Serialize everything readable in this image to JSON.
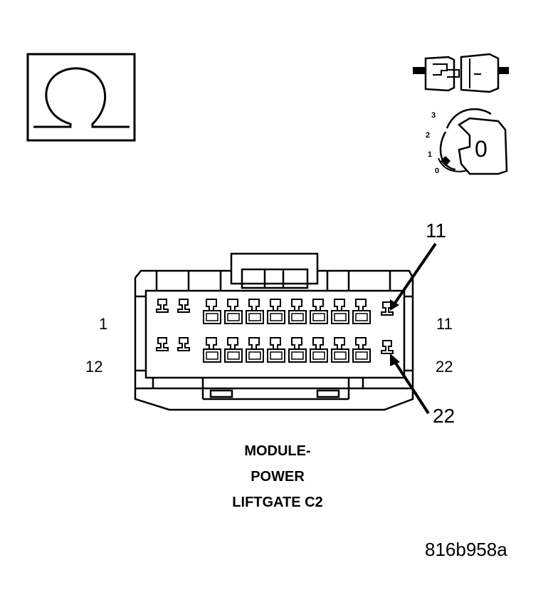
{
  "ohm_symbol": "Ω",
  "ignition": {
    "scale": [
      "3",
      "2",
      "1",
      "0"
    ],
    "key_position": "0"
  },
  "connector": {
    "pin_labels": {
      "top_left": "1",
      "top_right": "11",
      "bottom_left": "12",
      "bottom_right": "22"
    },
    "callouts": [
      "11",
      "22"
    ]
  },
  "title_lines": [
    "MODULE-",
    "POWER",
    "LIFTGATE C2"
  ],
  "figure_id": "816b958a"
}
